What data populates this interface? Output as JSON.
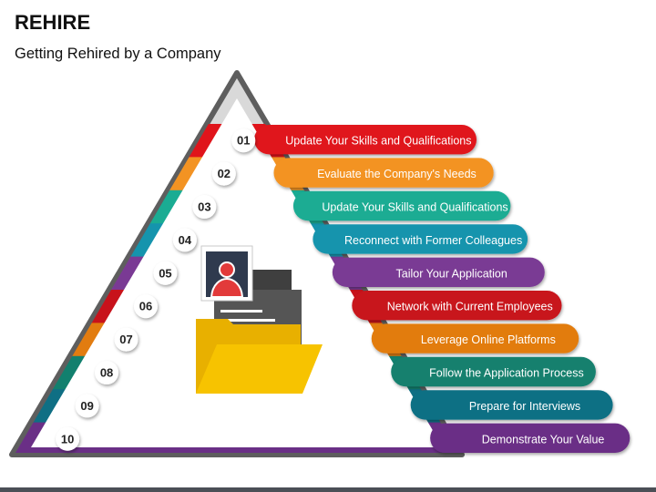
{
  "header": {
    "title": "REHIRE",
    "subtitle": "Getting Rehired by a Company"
  },
  "steps": [
    {
      "number": "01",
      "label": "Update Your Skills and Qualifications",
      "color": "#e0141b"
    },
    {
      "number": "02",
      "label": "Evaluate the Company's Needs",
      "color": "#f39323"
    },
    {
      "number": "03",
      "label": "Update Your Skills and Qualifications",
      "color": "#1aac93"
    },
    {
      "number": "04",
      "label": "Reconnect with Former Colleagues",
      "color": "#1594ad"
    },
    {
      "number": "05",
      "label": "Tailor Your Application",
      "color": "#7a3a94"
    },
    {
      "number": "06",
      "label": "Network with Current Employees",
      "color": "#c8121b"
    },
    {
      "number": "07",
      "label": "Leverage Online Platforms",
      "color": "#e27c10"
    },
    {
      "number": "08",
      "label": "Follow the Application Process",
      "color": "#12806e"
    },
    {
      "number": "09",
      "label": "Prepare for Interviews",
      "color": "#0f6f84"
    },
    {
      "number": "10",
      "label": "Demonstrate Your Value",
      "color": "#6a2f86"
    }
  ],
  "icons": {
    "center": "profile-document-folder-icon"
  },
  "colors": {
    "pyramid_outline": "#5a5a5a",
    "folder": "#f7c300",
    "document": "#4a4a4a",
    "profile_card": "#2f3a4e",
    "profile_person": "#e23a3a"
  }
}
